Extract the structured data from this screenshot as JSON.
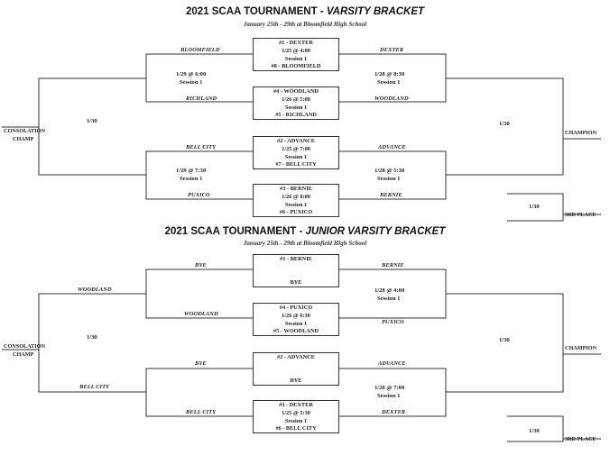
{
  "varsity": {
    "title_main": "2021 SCAA TOURNAMENT - ",
    "title_italic": "VARSITY BRACKET",
    "subtitle": "January 25th - 29th at Bloomfield High School",
    "games": [
      {
        "top": "#1 - DEXTER",
        "time": "1/25 @ 4:00",
        "session": "Session 1",
        "bottom": "#8 - BLOOMFIELD"
      },
      {
        "top": "#4 - WOODLAND",
        "time": "1/26 @ 5:00",
        "session": "Session 1",
        "bottom": "#5 - RICHLAND"
      },
      {
        "top": "#2 - ADVANCE",
        "time": "1/25 @ 7:00",
        "session": "Session 1",
        "bottom": "#7 - BELL CITY"
      },
      {
        "top": "#3 - BERNIE",
        "time": "1/26 @ 8:00",
        "session": "Session 1",
        "bottom": "#6 - PUXICO"
      }
    ],
    "left_teams": [
      "BLOOMFIELD",
      "RICHLAND",
      "BELL CITY",
      "PUXICO"
    ],
    "right_teams": [
      "DEXTER",
      "WOODLAND",
      "ADVANCE",
      "BERNIE"
    ],
    "left_semis": [
      {
        "time": "1/29 @ 6:00",
        "session": "Session 1"
      },
      {
        "time": "1/29 @ 7:30",
        "session": "Session 1"
      }
    ],
    "right_semis": [
      {
        "time": "1/28 @ 8:30",
        "session": "Session 1"
      },
      {
        "time": "1/28 @ 5:30",
        "session": "Session 1"
      }
    ],
    "left_final": "1/30",
    "right_final": "1/30",
    "consolation": [
      "CONSOLATION",
      "CHAMP"
    ],
    "champion": "CHAMPION",
    "third_date": "1/30",
    "third_place": "3RD PLACE"
  },
  "junior": {
    "title_main": "2021 SCAA TOURNAMENT - ",
    "title_italic": "JUNIOR VARSITY BRACKET",
    "subtitle": "January 25th - 29th at Bloomfield High School",
    "games": [
      {
        "top": "#1 - BERNIE",
        "time": "",
        "session": "",
        "bottom": "BYE"
      },
      {
        "top": "#4 - PUXICO",
        "time": "1/26 @ 6:30",
        "session": "Session 1",
        "bottom": "#5 - WOODLAND"
      },
      {
        "top": "#2 - ADVANCE",
        "time": "",
        "session": "",
        "bottom": "BYE"
      },
      {
        "top": "#3 - DEXTER",
        "time": "1/25 @ 5:30",
        "session": "Session 1",
        "bottom": "#6 - BELL CITY"
      }
    ],
    "left_teams": [
      "BYE",
      "WOODLAND",
      "BYE",
      "BELL CITY"
    ],
    "left_outer": [
      "WOODLAND",
      "BELL CITY"
    ],
    "right_teams": [
      "BERNIE",
      "PUXICO",
      "ADVANCE",
      "DEXTER"
    ],
    "right_semis": [
      {
        "time": "1/28 @ 4:00",
        "session": "Session 1"
      },
      {
        "time": "1/28 @ 7:00",
        "session": "Session 1"
      }
    ],
    "left_final": "1/30",
    "right_final": "1/30",
    "consolation": [
      "CONSOLATION",
      "CHAMP"
    ],
    "champion": "CHAMPION",
    "third_date": "1/30",
    "third_place": "3RD PLACE"
  }
}
